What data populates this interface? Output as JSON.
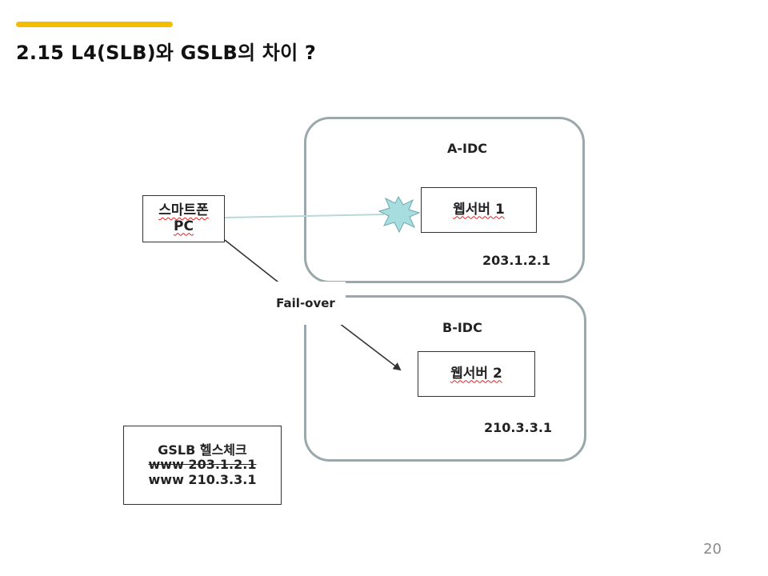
{
  "slide": {
    "title": "2.15 L4(SLB)와 GSLB의 차이 ?",
    "page_number": "20",
    "accent_color": "#f5bd00"
  },
  "diagram": {
    "idc_a": {
      "label": "A-IDC",
      "server_label": "웹서버 1",
      "ip": "203.1.2.1"
    },
    "idc_b": {
      "label": "B-IDC",
      "server_label": "웹서버 2",
      "ip": "210.3.3.1"
    },
    "client": {
      "line1": "스마트폰",
      "line2": "PC"
    },
    "failover_label": "Fail-over",
    "health_check": {
      "title": "GSLB 헬스체크",
      "entries": [
        "www 203.1.2.1",
        "www 210.3.3.1"
      ]
    },
    "failure_icon": "burst-icon",
    "colors": {
      "idc_border": "#9aa8ab",
      "burst_fill": "#a8dde0",
      "link_line": "#b9d8da"
    }
  }
}
